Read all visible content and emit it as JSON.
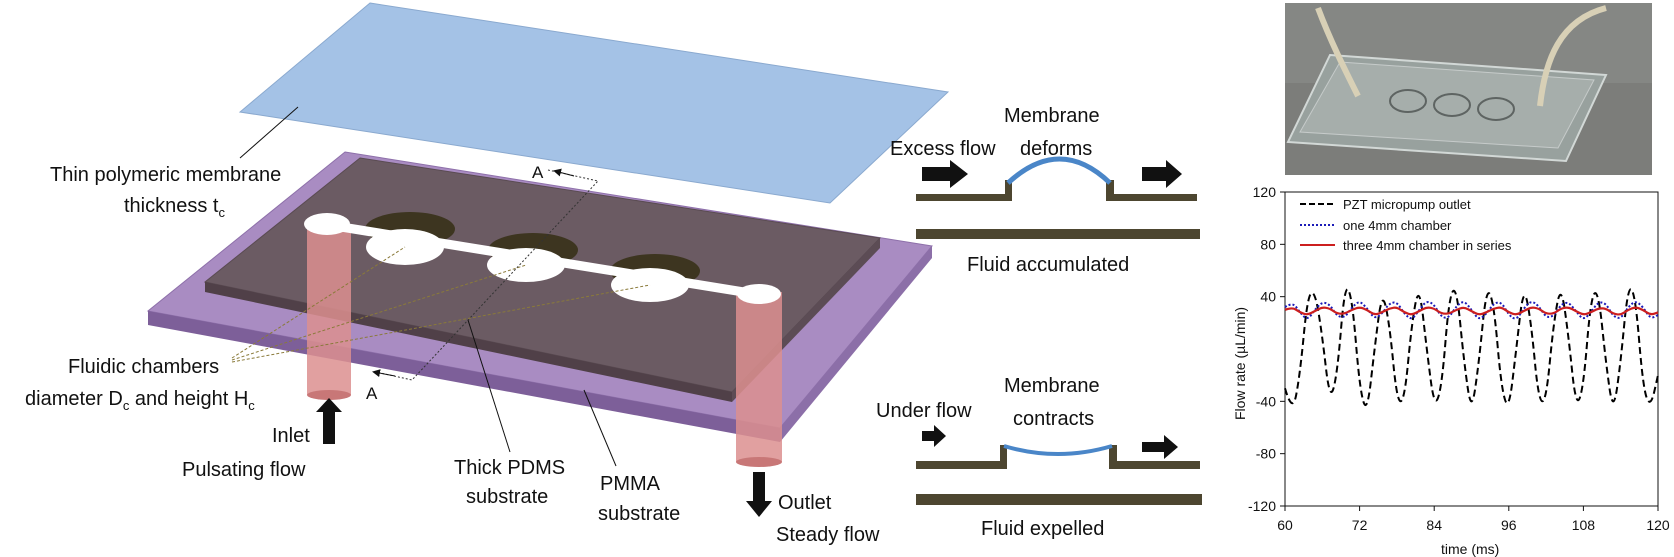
{
  "schematic": {
    "membrane_label_line1": "Thin polymeric membrane",
    "membrane_label_line2": "thickness t",
    "membrane_label_sub": "c",
    "section_marker_top": "A",
    "section_marker_bottom": "A",
    "chambers_label_line1": "Fluidic chambers",
    "chambers_label_line2a": "diameter D",
    "chambers_label_sub1": "c",
    "chambers_label_line2b": " and height H",
    "chambers_label_sub2": "c",
    "inlet_label": "Inlet",
    "inlet_sub_label": "Pulsating flow",
    "pdms_label_line1": "Thick PDMS",
    "pdms_label_line2": "substrate",
    "pmma_label_line1": "PMMA",
    "pmma_label_line2": "substrate",
    "outlet_label": "Outlet",
    "outlet_sub_label": "Steady flow"
  },
  "cross_sections": {
    "top": {
      "title_line1": "Membrane",
      "title_line2": "deforms",
      "flow_label": "Excess flow",
      "caption": "Fluid accumulated"
    },
    "bottom": {
      "title_line1": "Membrane",
      "title_line2": "contracts",
      "flow_label": "Under flow",
      "caption": "Fluid expelled"
    }
  },
  "colors": {
    "membrane": "#a4c2e6",
    "pmma": "#a98cc2",
    "pdms": "#6b5b63",
    "tube": "#dc8f8f",
    "channel_wall": "#4d4630",
    "membrane_line": "#4a86c8",
    "series_pzt": "#000000",
    "series_one": "#1b1bb8",
    "series_three": "#cc1f1f"
  },
  "chart_data": {
    "type": "line",
    "xlabel": "time (ms)",
    "ylabel": "Flow rate (µL/min)",
    "xlim": [
      60,
      120
    ],
    "ylim": [
      -120,
      120
    ],
    "xticks": [
      "60",
      "72",
      "84",
      "96",
      "108",
      "120"
    ],
    "yticks": [
      "120",
      "80",
      "40",
      "-40",
      "-80",
      "-120"
    ],
    "ytick_values": [
      120,
      80,
      40,
      -40,
      -80,
      -120
    ],
    "xtick_values": [
      60,
      72,
      84,
      96,
      108,
      120
    ],
    "legend_position": "top-left",
    "series": [
      {
        "name": "PZT micropump outlet",
        "style": "dashed",
        "color": "#000000",
        "x": [
          60.0,
          61.2,
          62.4,
          63.6,
          64.8,
          66.0,
          67.2,
          68.4,
          69.6,
          70.8,
          72.0,
          73.2,
          74.4,
          75.6,
          76.8,
          78.0,
          79.2,
          80.4,
          81.6,
          82.8,
          84.0,
          85.2,
          86.4,
          87.6,
          88.8,
          90.0,
          91.2,
          92.4,
          93.6,
          94.8,
          96.0,
          97.2,
          98.4,
          99.6,
          100.8,
          102.0,
          103.2,
          104.4,
          105.6,
          106.8,
          108.0,
          109.2,
          110.4,
          111.6,
          112.8,
          114.0,
          115.2,
          116.4,
          117.6,
          118.8,
          120.0
        ],
        "y": [
          -30,
          -50,
          -20,
          40,
          45,
          10,
          -40,
          -20,
          50,
          40,
          -30,
          -50,
          0,
          45,
          20,
          -40,
          -40,
          20,
          50,
          0,
          -45,
          -30,
          40,
          48,
          -10,
          -50,
          -10,
          48,
          35,
          -30,
          -48,
          0,
          50,
          20,
          -40,
          -40,
          20,
          50,
          10,
          -45,
          -30,
          40,
          45,
          -10,
          -50,
          -10,
          50,
          40,
          -30,
          -45,
          -20
        ],
        "peak_value": 55,
        "trough_value": -50
      },
      {
        "name": "one 4mm chamber",
        "style": "dotted",
        "color": "#1b1bb8",
        "x": [
          60.0,
          61.2,
          62.4,
          63.6,
          64.8,
          66.0,
          67.2,
          68.4,
          69.6,
          70.8,
          72.0,
          73.2,
          74.4,
          75.6,
          76.8,
          78.0,
          79.2,
          80.4,
          81.6,
          82.8,
          84.0,
          85.2,
          86.4,
          87.6,
          88.8,
          90.0,
          91.2,
          92.4,
          93.6,
          94.8,
          96.0,
          97.2,
          98.4,
          99.6,
          100.8,
          102.0,
          103.2,
          104.4,
          105.6,
          106.8,
          108.0,
          109.2,
          110.4,
          111.6,
          112.8,
          114.0,
          115.2,
          116.4,
          117.6,
          118.8,
          120.0
        ],
        "y": [
          32,
          36,
          28,
          22,
          30,
          36,
          34,
          25,
          24,
          32,
          37,
          31,
          23,
          27,
          35,
          36,
          27,
          22,
          30,
          37,
          34,
          24,
          24,
          33,
          37,
          30,
          22,
          27,
          35,
          36,
          26,
          22,
          31,
          37,
          33,
          24,
          25,
          34,
          36,
          29,
          22,
          28,
          36,
          35,
          25,
          23,
          32,
          37,
          32,
          23,
          26
        ]
      },
      {
        "name": "three 4mm chamber in series",
        "style": "solid",
        "color": "#cc1f1f",
        "x": [
          60.0,
          61.2,
          62.4,
          63.6,
          64.8,
          66.0,
          67.2,
          68.4,
          69.6,
          70.8,
          72.0,
          73.2,
          74.4,
          75.6,
          76.8,
          78.0,
          79.2,
          80.4,
          81.6,
          82.8,
          84.0,
          85.2,
          86.4,
          87.6,
          88.8,
          90.0,
          91.2,
          92.4,
          93.6,
          94.8,
          96.0,
          97.2,
          98.4,
          99.6,
          100.8,
          102.0,
          103.2,
          104.4,
          105.6,
          106.8,
          108.0,
          109.2,
          110.4,
          111.6,
          112.8,
          114.0,
          115.2,
          116.4,
          117.6,
          118.8,
          120.0
        ],
        "y": [
          30,
          32,
          28,
          26,
          29,
          32,
          31,
          27,
          27,
          30,
          32,
          30,
          26,
          28,
          31,
          32,
          28,
          26,
          29,
          32,
          31,
          27,
          27,
          30,
          32,
          29,
          26,
          28,
          31,
          32,
          28,
          26,
          29,
          32,
          31,
          27,
          27,
          31,
          32,
          29,
          26,
          28,
          31,
          31,
          27,
          26,
          30,
          32,
          30,
          26,
          28
        ]
      }
    ]
  }
}
